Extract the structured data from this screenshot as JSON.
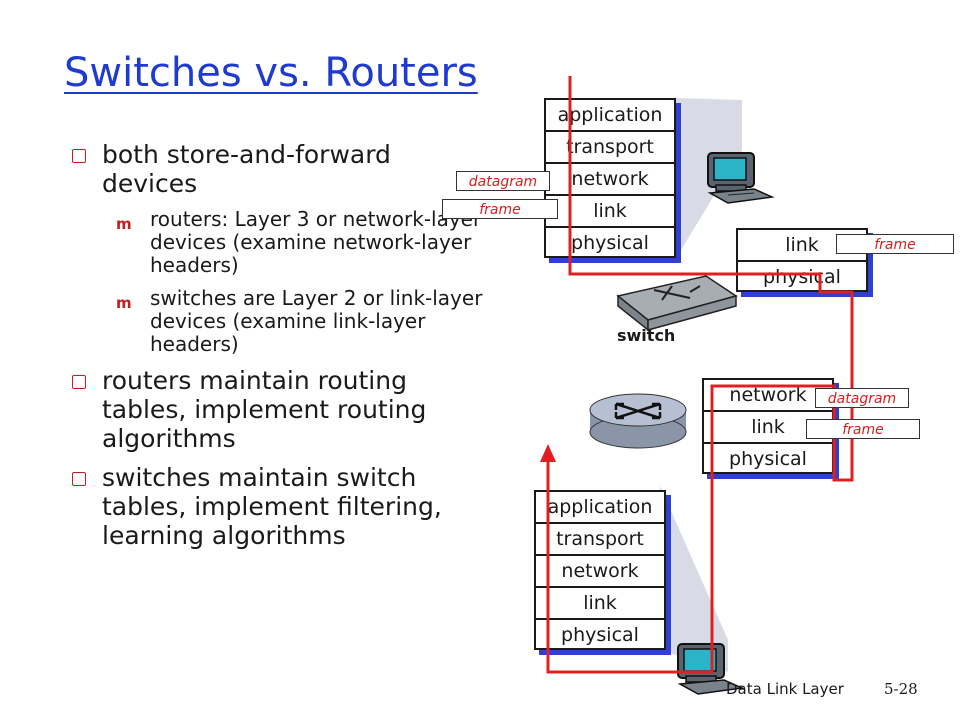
{
  "title": "Switches vs. Routers",
  "bullets": [
    {
      "text": "both store-and-forward devices",
      "sub": [
        "routers: Layer 3 or network-layer devices (examine network-layer headers)",
        "switches are Layer 2 or link-layer devices (examine link-layer headers)"
      ]
    },
    {
      "text": "routers maintain routing tables, implement routing algorithms",
      "sub": []
    },
    {
      "text": "switches maintain switch tables, implement filtering, learning algorithms",
      "sub": []
    }
  ],
  "stacks": {
    "host_top": [
      "application",
      "transport",
      "network",
      "link",
      "physical"
    ],
    "switch": [
      "link",
      "physical"
    ],
    "router": [
      "network",
      "link",
      "physical"
    ],
    "host_bottom": [
      "application",
      "transport",
      "network",
      "link",
      "physical"
    ]
  },
  "tags": {
    "datagram": "datagram",
    "frame": "frame"
  },
  "labels": {
    "switch": "switch"
  },
  "footer": {
    "chapter": "Data Link Layer",
    "page": "5-28"
  },
  "colors": {
    "title": "#1f3bcf",
    "path": "#e02020",
    "stack_shadow": "#2f3fcf"
  }
}
